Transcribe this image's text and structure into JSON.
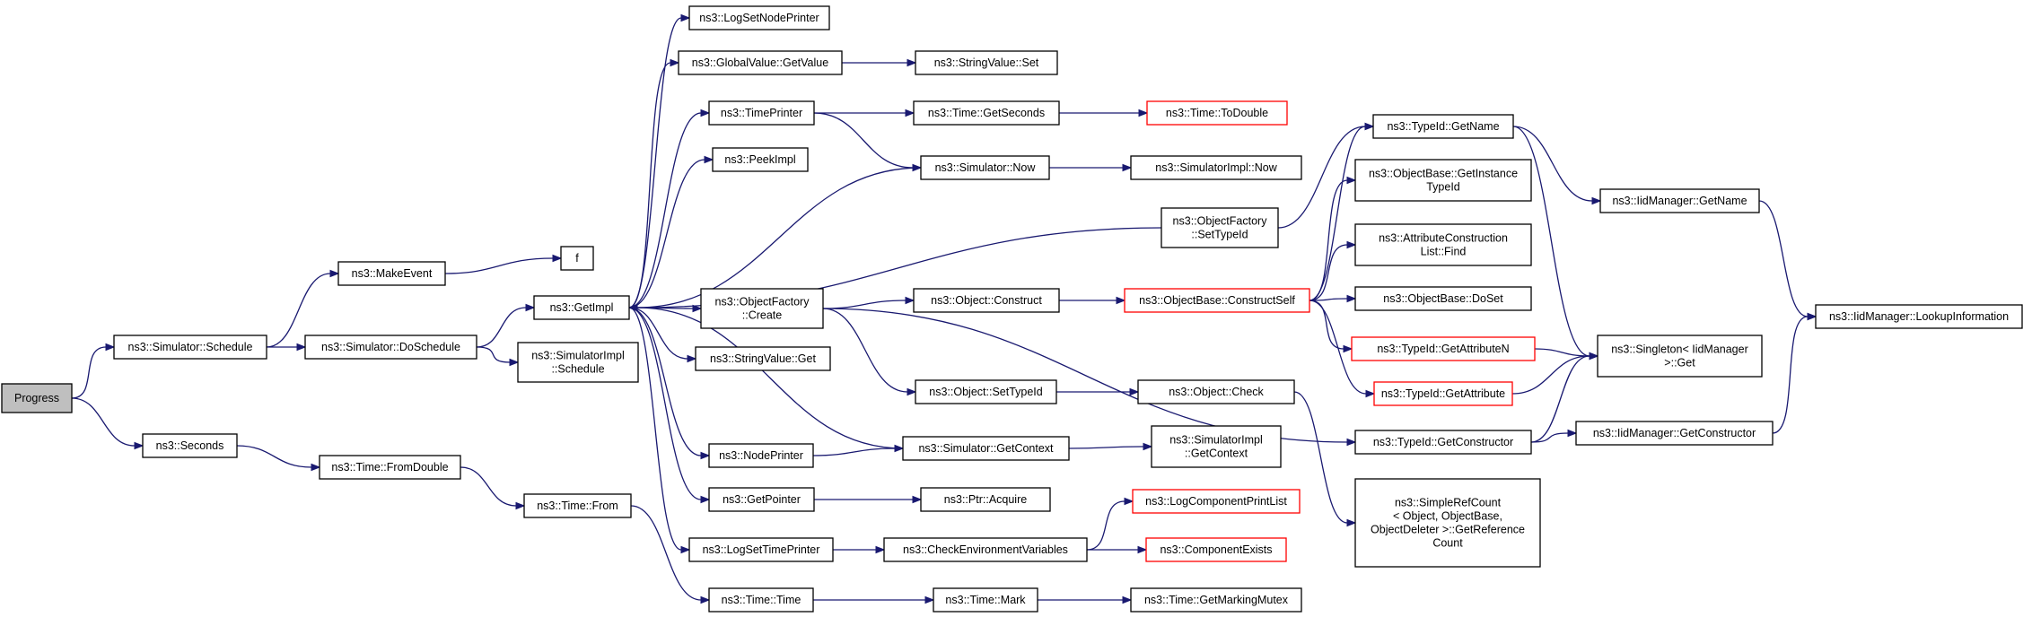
{
  "nodes": [
    {
      "id": "progress",
      "lines": [
        "Progress"
      ],
      "style": "gray"
    },
    {
      "id": "schedule",
      "lines": [
        "ns3::Simulator::Schedule"
      ]
    },
    {
      "id": "seconds",
      "lines": [
        "ns3::Seconds"
      ]
    },
    {
      "id": "makeevent",
      "lines": [
        "ns3::MakeEvent"
      ]
    },
    {
      "id": "doschedule",
      "lines": [
        "ns3::Simulator::DoSchedule"
      ]
    },
    {
      "id": "fromdouble",
      "lines": [
        "ns3::Time::FromDouble"
      ]
    },
    {
      "id": "f",
      "lines": [
        "f"
      ]
    },
    {
      "id": "getimpl",
      "lines": [
        "ns3::GetImpl"
      ]
    },
    {
      "id": "implschedule",
      "lines": [
        "ns3::SimulatorImpl",
        "::Schedule"
      ]
    },
    {
      "id": "timefrom",
      "lines": [
        "ns3::Time::From"
      ]
    },
    {
      "id": "logsetnode",
      "lines": [
        "ns3::LogSetNodePrinter"
      ]
    },
    {
      "id": "gvgetvalue",
      "lines": [
        "ns3::GlobalValue::GetValue"
      ]
    },
    {
      "id": "timeprinter",
      "lines": [
        "ns3::TimePrinter"
      ]
    },
    {
      "id": "peekimpl",
      "lines": [
        "ns3::PeekImpl"
      ]
    },
    {
      "id": "ofcreate",
      "lines": [
        "ns3::ObjectFactory",
        "::Create"
      ]
    },
    {
      "id": "svget",
      "lines": [
        "ns3::StringValue::Get"
      ]
    },
    {
      "id": "nodeprinter",
      "lines": [
        "ns3::NodePrinter"
      ]
    },
    {
      "id": "getpointer",
      "lines": [
        "ns3::GetPointer"
      ]
    },
    {
      "id": "logsettime",
      "lines": [
        "ns3::LogSetTimePrinter"
      ]
    },
    {
      "id": "timetime",
      "lines": [
        "ns3::Time::Time"
      ]
    },
    {
      "id": "svset",
      "lines": [
        "ns3::StringValue::Set"
      ]
    },
    {
      "id": "getseconds",
      "lines": [
        "ns3::Time::GetSeconds"
      ]
    },
    {
      "id": "simnow",
      "lines": [
        "ns3::Simulator::Now"
      ]
    },
    {
      "id": "objconstruct",
      "lines": [
        "ns3::Object::Construct"
      ]
    },
    {
      "id": "objsettypeid",
      "lines": [
        "ns3::Object::SetTypeId"
      ]
    },
    {
      "id": "simgetcontext",
      "lines": [
        "ns3::Simulator::GetContext"
      ]
    },
    {
      "id": "ptracquire",
      "lines": [
        "ns3::Ptr::Acquire"
      ]
    },
    {
      "id": "checkenv",
      "lines": [
        "ns3::CheckEnvironmentVariables"
      ]
    },
    {
      "id": "timemark",
      "lines": [
        "ns3::Time::Mark"
      ]
    },
    {
      "id": "todouble",
      "lines": [
        "ns3::Time::ToDouble"
      ],
      "style": "red"
    },
    {
      "id": "implnow",
      "lines": [
        "ns3::SimulatorImpl::Now"
      ]
    },
    {
      "id": "ofsettypeid",
      "lines": [
        "ns3::ObjectFactory",
        "::SetTypeId"
      ]
    },
    {
      "id": "constructself",
      "lines": [
        "ns3::ObjectBase::ConstructSelf"
      ],
      "style": "red"
    },
    {
      "id": "objcheck",
      "lines": [
        "ns3::Object::Check"
      ]
    },
    {
      "id": "implgetcontext",
      "lines": [
        "ns3::SimulatorImpl",
        "::GetContext"
      ]
    },
    {
      "id": "logcomplist",
      "lines": [
        "ns3::LogComponentPrintList"
      ],
      "style": "red"
    },
    {
      "id": "compexists",
      "lines": [
        "ns3::ComponentExists"
      ],
      "style": "red"
    },
    {
      "id": "getmarkingmutex",
      "lines": [
        "ns3::Time::GetMarkingMutex"
      ]
    },
    {
      "id": "tidgetname",
      "lines": [
        "ns3::TypeId::GetName"
      ]
    },
    {
      "id": "getinstancetypeid",
      "lines": [
        "ns3::ObjectBase::GetInstance",
        "TypeId"
      ]
    },
    {
      "id": "acfind",
      "lines": [
        "ns3::AttributeConstruction",
        "List::Find"
      ]
    },
    {
      "id": "doset",
      "lines": [
        "ns3::ObjectBase::DoSet"
      ]
    },
    {
      "id": "getattrn",
      "lines": [
        "ns3::TypeId::GetAttributeN"
      ],
      "style": "red"
    },
    {
      "id": "getattr",
      "lines": [
        "ns3::TypeId::GetAttribute"
      ],
      "style": "red"
    },
    {
      "id": "tidgetconstructor",
      "lines": [
        "ns3::TypeId::GetConstructor"
      ]
    },
    {
      "id": "simplerefcount",
      "lines": [
        "ns3::SimpleRefCount",
        "< Object, ObjectBase,",
        "ObjectDeleter >::GetReference",
        "Count"
      ]
    },
    {
      "id": "iidgetname",
      "lines": [
        "ns3::IidManager::GetName"
      ]
    },
    {
      "id": "singletonget",
      "lines": [
        "ns3::Singleton< IidManager",
        ">::Get"
      ]
    },
    {
      "id": "iidgetconstructor",
      "lines": [
        "ns3::IidManager::GetConstructor"
      ]
    },
    {
      "id": "lookupinfo",
      "lines": [
        "ns3::IidManager::LookupInformation"
      ]
    }
  ],
  "edges": [
    [
      "progress",
      "schedule"
    ],
    [
      "progress",
      "seconds"
    ],
    [
      "schedule",
      "makeevent"
    ],
    [
      "schedule",
      "doschedule"
    ],
    [
      "makeevent",
      "f"
    ],
    [
      "doschedule",
      "getimpl"
    ],
    [
      "doschedule",
      "implschedule"
    ],
    [
      "seconds",
      "fromdouble"
    ],
    [
      "fromdouble",
      "timefrom"
    ],
    [
      "timefrom",
      "timetime"
    ],
    [
      "getimpl",
      "logsetnode"
    ],
    [
      "getimpl",
      "gvgetvalue"
    ],
    [
      "getimpl",
      "timeprinter"
    ],
    [
      "getimpl",
      "peekimpl"
    ],
    [
      "getimpl",
      "ofcreate"
    ],
    [
      "getimpl",
      "svget"
    ],
    [
      "getimpl",
      "nodeprinter"
    ],
    [
      "getimpl",
      "getpointer"
    ],
    [
      "getimpl",
      "logsettime"
    ],
    [
      "gvgetvalue",
      "svset"
    ],
    [
      "timeprinter",
      "getseconds"
    ],
    [
      "timeprinter",
      "simnow"
    ],
    [
      "getseconds",
      "todouble"
    ],
    [
      "simnow",
      "getimpl"
    ],
    [
      "simnow",
      "implnow"
    ],
    [
      "ofcreate",
      "objconstruct"
    ],
    [
      "ofcreate",
      "objsettypeid"
    ],
    [
      "ofcreate",
      "tidgetconstructor"
    ],
    [
      "nodeprinter",
      "simgetcontext"
    ],
    [
      "simgetcontext",
      "getimpl"
    ],
    [
      "simgetcontext",
      "implgetcontext"
    ],
    [
      "getpointer",
      "ptracquire"
    ],
    [
      "logsettime",
      "checkenv"
    ],
    [
      "checkenv",
      "logcomplist"
    ],
    [
      "checkenv",
      "compexists"
    ],
    [
      "timetime",
      "timemark"
    ],
    [
      "timemark",
      "getmarkingmutex"
    ],
    [
      "objconstruct",
      "constructself"
    ],
    [
      "objsettypeid",
      "objcheck"
    ],
    [
      "objcheck",
      "simplerefcount"
    ],
    [
      "ofsettypeid",
      "getimpl"
    ],
    [
      "ofsettypeid",
      "tidgetname"
    ],
    [
      "constructself",
      "tidgetname"
    ],
    [
      "constructself",
      "getinstancetypeid"
    ],
    [
      "constructself",
      "acfind"
    ],
    [
      "constructself",
      "doset"
    ],
    [
      "constructself",
      "getattrn"
    ],
    [
      "constructself",
      "getattr"
    ],
    [
      "tidgetname",
      "iidgetname"
    ],
    [
      "tidgetname",
      "singletonget"
    ],
    [
      "iidgetname",
      "lookupinfo"
    ],
    [
      "getattrn",
      "singletonget"
    ],
    [
      "getattr",
      "singletonget"
    ],
    [
      "tidgetconstructor",
      "singletonget"
    ],
    [
      "tidgetconstructor",
      "iidgetconstructor"
    ],
    [
      "iidgetconstructor",
      "lookupinfo"
    ]
  ]
}
